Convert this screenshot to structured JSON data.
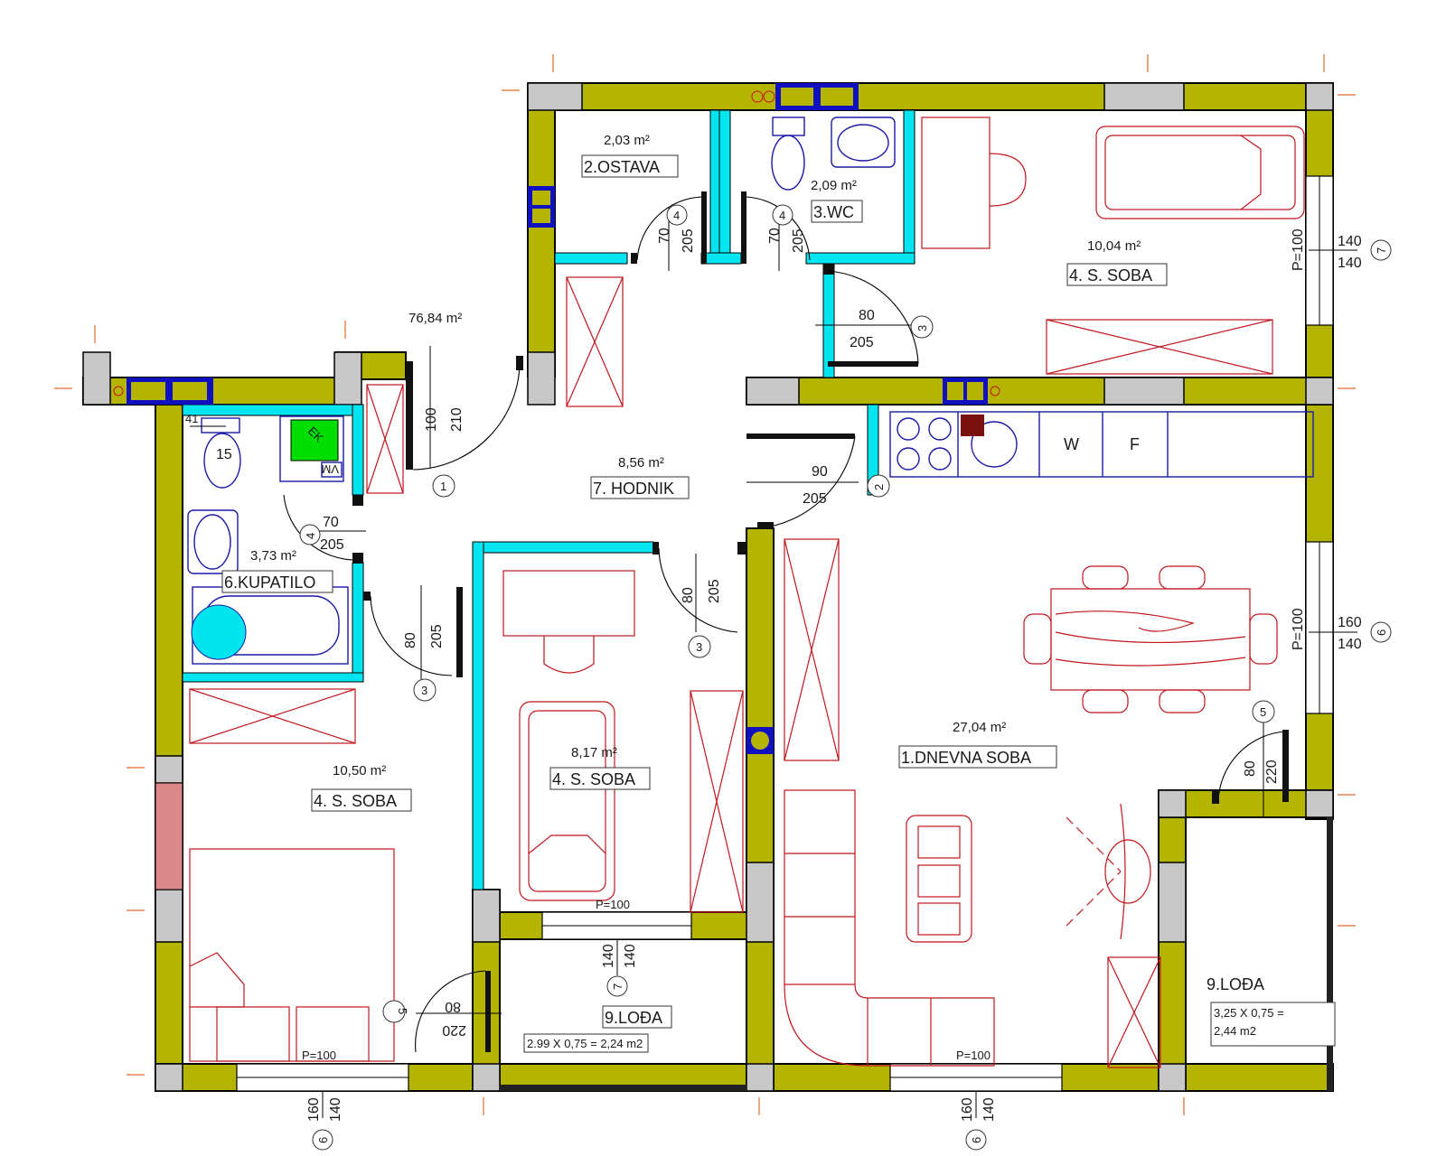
{
  "rooms": {
    "dnevna": {
      "name": "1.DNEVNA SOBA",
      "area": "27,04 m²"
    },
    "ostava": {
      "name": "2.OSTAVA",
      "area": "2,03 m²"
    },
    "wc": {
      "name": "3.WC",
      "area": "2,09 m²"
    },
    "soba_ne": {
      "name": "4. S. SOBA",
      "area": "10,04 m²"
    },
    "soba_mid": {
      "name": "4. S. SOBA",
      "area": "8,17 m²"
    },
    "soba_sw": {
      "name": "4. S. SOBA",
      "area": "10,50 m²"
    },
    "kupatilo": {
      "name": "6.KUPATILO",
      "area": "3,73 m²"
    },
    "hodnik": {
      "name": "7. HODNIK",
      "area": "8,56 m²"
    },
    "lodja_mid": {
      "name": "9.LOĐA",
      "note": "2.99 X 0,75 = 2,24 m2"
    },
    "lodja_right": {
      "name": "9.LOĐA",
      "note1": "3,25 X 0,75 =",
      "note2": "2,44 m2"
    }
  },
  "total_area": "76,84 m²",
  "doors": {
    "d1": {
      "width": "100",
      "height": "210",
      "num": "1"
    },
    "d2": {
      "width": "90",
      "height": "205",
      "num": "2"
    },
    "d3_ne": {
      "width": "80",
      "height": "205",
      "num": "3"
    },
    "d3_mid": {
      "width": "80",
      "height": "205",
      "num": "3"
    },
    "d3_sw": {
      "width": "80",
      "height": "205",
      "num": "3"
    },
    "d4_ostava": {
      "width": "70",
      "height": "205",
      "num": "4"
    },
    "d4_wc": {
      "width": "70",
      "height": "205",
      "num": "4"
    },
    "d4_kup": {
      "width": "70",
      "height": "205",
      "num": "4"
    },
    "d5": {
      "width": "80",
      "height": "220",
      "num": "5"
    },
    "d5b": {
      "width": "80",
      "height": "220",
      "num": "5"
    }
  },
  "windows": {
    "w_ne": {
      "p": "P=100",
      "a": "140",
      "b": "140",
      "num": "7"
    },
    "w_e": {
      "p": "P=100",
      "a": "160",
      "b": "140",
      "num": "6"
    },
    "w_mid": {
      "p": "P=100",
      "a": "140",
      "b": "140",
      "num": "7"
    },
    "w_sw": {
      "p": "P=100",
      "a": "160",
      "b": "140",
      "num": "6"
    },
    "w_s": {
      "p": "P=100",
      "a": "160",
      "b": "140",
      "num": "6"
    }
  },
  "fixtures": {
    "wc_num": "15",
    "wc_dim": "41",
    "washer": "W",
    "fridge": "F",
    "boiler": "EK",
    "vm": "VM"
  }
}
